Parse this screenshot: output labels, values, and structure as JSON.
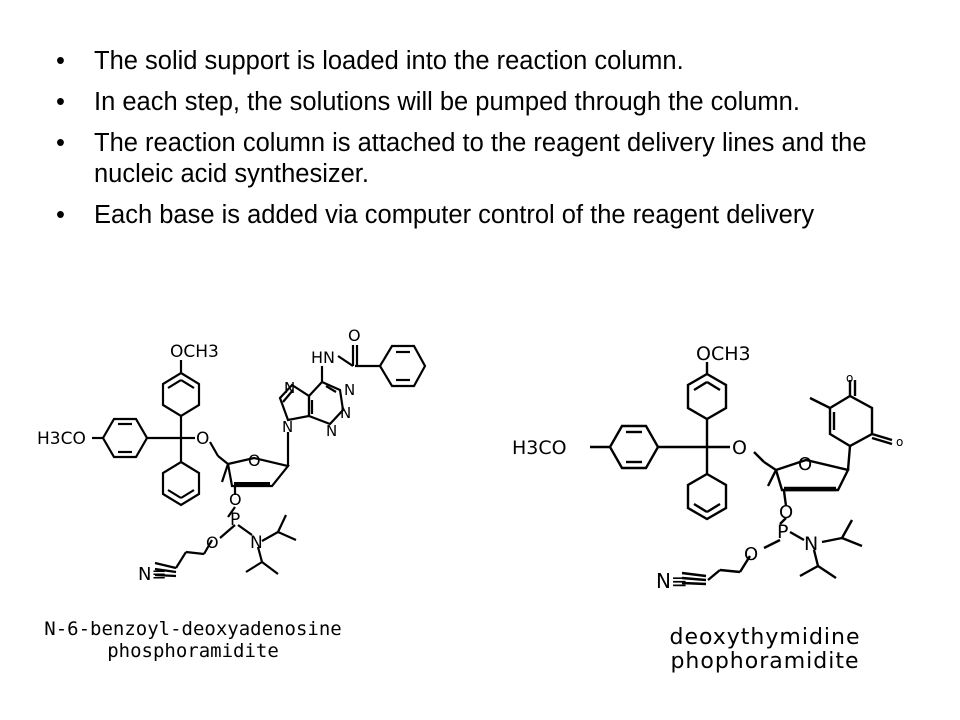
{
  "bullets": [
    "The solid support is loaded into the reaction column.",
    "In each step, the solutions will be pumped through the column.",
    "The reaction column is attached to the reagent delivery lines and the nucleic acid synthesizer.",
    "Each base is added via computer control of the reagent delivery"
  ],
  "bullet_symbol": "•",
  "molecule_left": {
    "caption_line1": "N-6-benzoyl-deoxyadenosine",
    "caption_line2": "phosphoramidite",
    "labels": {
      "och3": "OCH3",
      "h3co": "H3CO",
      "o1": "O",
      "o2": "O",
      "o3": "O",
      "o4": "O",
      "p": "P",
      "n_amine": "N",
      "nc": "N≡",
      "hn": "HN",
      "carbonyl_o": "O",
      "n7": "N",
      "n9": "N",
      "n1": "N",
      "n3": "N",
      "n6": "N"
    }
  },
  "molecule_right": {
    "caption_line1": "deoxythymidine",
    "caption_line2": "phophoramidite",
    "labels": {
      "och3": "OCH3",
      "h3co": "H3CO",
      "o1": "O",
      "o2": "O",
      "o3": "O",
      "o4": "O",
      "p": "P",
      "n_amine": "N",
      "nc": "N≡",
      "o_top": "o",
      "o_right": "o"
    }
  }
}
